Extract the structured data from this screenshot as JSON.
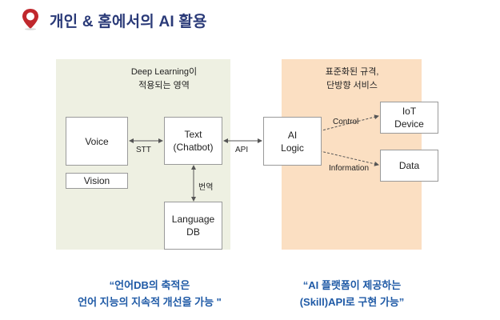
{
  "header": {
    "title": "개인 & 홈에서의 AI 활용",
    "icon": "location-pin-icon",
    "accent": "#c0282d"
  },
  "regions": {
    "left_label_line1": "Deep Learning이",
    "left_label_line2": "적용되는 영역",
    "right_label_line1": "표준화된 규격,",
    "right_label_line2": "단방향 서비스",
    "left_color": "#eef0e2",
    "right_color": "#fbdfc2"
  },
  "boxes": {
    "voice": "Voice",
    "vision": "Vision",
    "text_line1": "Text",
    "text_line2": "(Chatbot)",
    "language_line1": "Language",
    "language_line2": "DB",
    "ai_line1": "AI",
    "ai_line2": "Logic",
    "iot_line1": "IoT",
    "iot_line2": "Device",
    "data": "Data"
  },
  "edges": {
    "stt": "STT",
    "api": "API",
    "translate": "번역",
    "control": "Control",
    "information": "Information"
  },
  "quotes": {
    "left_line1": "“언어DB의 축적은",
    "left_line2": "언어 지능의 지속적 개선을 가능 \"",
    "right_line1": "“AI 플랫폼이 제공하는",
    "right_line2": "(Skill)API로 구현 가능”"
  }
}
